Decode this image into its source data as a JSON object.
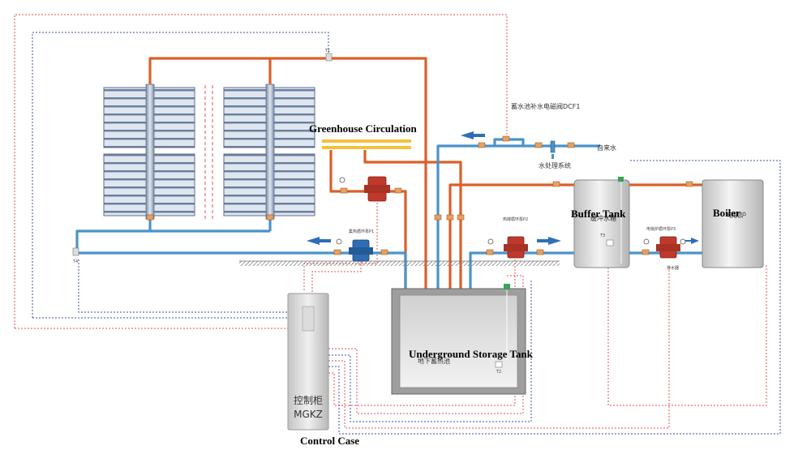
{
  "labels": {
    "greenhouse": "Greenhouse Circulation",
    "buffer_tank": "Buffer Tank",
    "boiler": "Boiler",
    "storage_tank": "Underground Storage Tank",
    "control_case": "Control Case"
  },
  "cn_labels": {
    "valve_dcf1": "蓄水池补水电磁阀DCF1",
    "tap_water": "自来水",
    "water_treatment": "水处理系统",
    "pump_p1": "集热循环泵P1",
    "pump_p2": "热媒循环泵P2",
    "pump_p3": "电锅炉循环泵P3",
    "buffer_cn": "缓冲水箱",
    "boiler_cn": "电锅炉",
    "storage_cn": "地下蓄热池",
    "cabinet_cn": "控制柜",
    "cabinet_model": "MGKZ",
    "water_outlet": "排水器"
  },
  "sensors": {
    "t1": "T1",
    "t2": "T2",
    "t3": "T3",
    "t4": "T4"
  },
  "colors": {
    "hot_pipe": "#d9602a",
    "cold_pipe": "#4a93c9",
    "yellow_pipe": "#f2c23a",
    "red_signal": "#e05050",
    "blue_signal": "#3a4fa8",
    "arrow": "#2d6fb6",
    "pump_red": "#c0392b",
    "pump_blue": "#2e6db3"
  }
}
